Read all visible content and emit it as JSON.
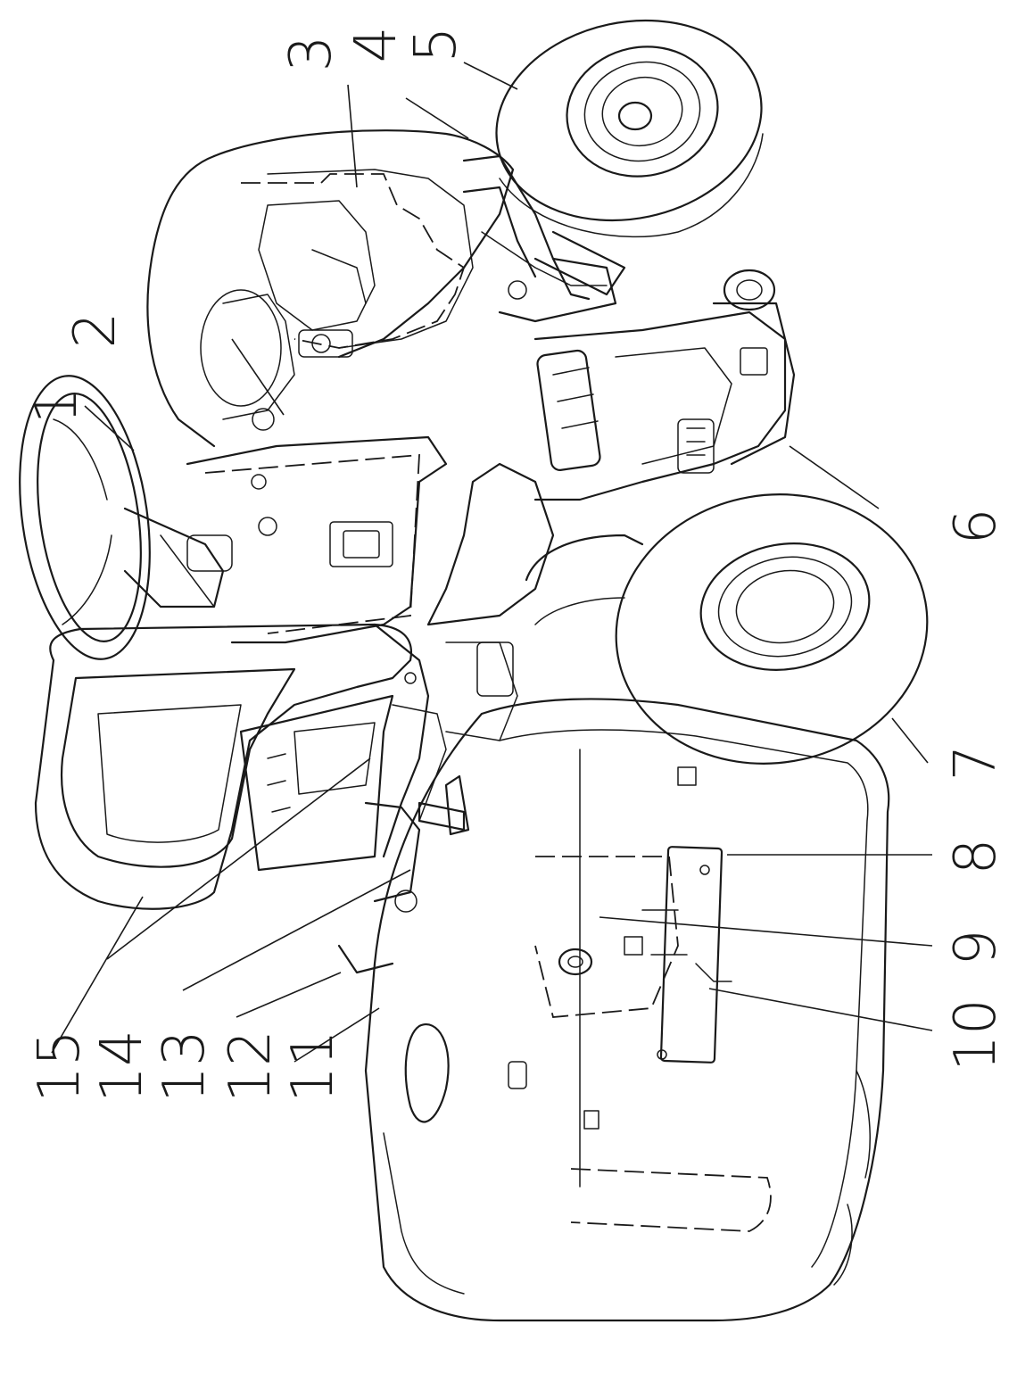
{
  "figure": {
    "kind": "patent-line-drawing",
    "subject": "riding lawn mower",
    "callouts": [
      {
        "id": "c1",
        "label": "1"
      },
      {
        "id": "c2",
        "label": "2"
      },
      {
        "id": "c3",
        "label": "3"
      },
      {
        "id": "c4",
        "label": "4"
      },
      {
        "id": "c5",
        "label": "5"
      },
      {
        "id": "c6",
        "label": "6"
      },
      {
        "id": "c7",
        "label": "7"
      },
      {
        "id": "c8",
        "label": "8"
      },
      {
        "id": "c9",
        "label": "9"
      },
      {
        "id": "c10",
        "label": "10"
      },
      {
        "id": "c11",
        "label": "11"
      },
      {
        "id": "c12",
        "label": "12"
      },
      {
        "id": "c13",
        "label": "13"
      },
      {
        "id": "c14",
        "label": "14"
      },
      {
        "id": "c15",
        "label": "15"
      }
    ],
    "colors": {
      "line": "#1a1a1a",
      "background": "#ffffff"
    }
  }
}
